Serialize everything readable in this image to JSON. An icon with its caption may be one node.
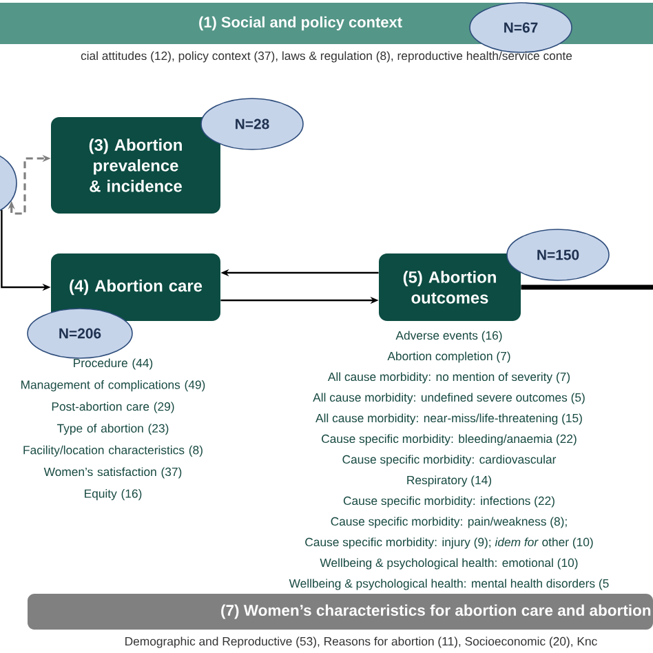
{
  "diagram": {
    "nodes": [
      {
        "text": [
          "(1) Social and policy context"
        ],
        "beside": [
          "cial attitudes (12), policy context (37), laws & regulation (8), reproductive health/service conte"
        ]
      },
      {
        "text": [
          "N=67"
        ]
      },
      {
        "text": [],
        "shape": "circle"
      },
      {
        "text": [
          "(3) Abortion prevalence & incidence"
        ]
      },
      {
        "text": [
          "N=28"
        ]
      },
      {
        "text": [
          "(4)  Abortion care"
        ]
      },
      {
        "text": [
          "N=206"
        ]
      },
      {
        "text": [
          "(5) Abortion outcomes"
        ]
      },
      {
        "text": [
          "N=150"
        ]
      },
      {
        "text": [
          "(7) Women’s characteristics for abortion care and abortion"
        ],
        "beside": [
          "Demographic and Reproductive (53), Reasons for abortion (11), Socioeconomic (20), Knc"
        ]
      }
    ],
    "edges": [
      {
        "from": 2,
        "to": 3,
        "arrow": "both",
        "style": "dashed",
        "color": "#7f7f7f"
      },
      {
        "from": 2,
        "to": 5,
        "arrow": "to"
      },
      {
        "from": 7,
        "to": 5,
        "arrow": "to"
      },
      {
        "from": 5,
        "to": 7,
        "arrow": "to"
      },
      {
        "from": 7,
        "to": null,
        "arrow": "none",
        "style": "thick"
      }
    ],
    "labels": [
      "Procedure (44)",
      "Management of  complications (49)",
      "Post-abortion care (29)",
      "Type of abortion (23)",
      "Facility/location characteristics (8)",
      "Women’s satisfaction (37)",
      "Equity (16)",
      "Adverse events (16)",
      "Abortion completion (7)",
      "All cause morbidity: no mention of severity (7)",
      "All cause morbidity: undefined severe outcomes (5)",
      "All cause morbidity: near-miss/life-threatening (15)",
      "Cause specific morbidity: bleeding/anaemia (22)",
      "Cause specific morbidity:  cardiovascular",
      "Respiratory (14)",
      "Cause specific morbidity: infections (22)",
      "Cause specific morbidity: pain/weakness (8);",
      "Cause specific morbidity: injury (9); *idem for* other (10)",
      "Wellbeing & psychological health: emotional (10)",
      "Wellbeing & psychological health: mental health disorders (5"
    ]
  }
}
